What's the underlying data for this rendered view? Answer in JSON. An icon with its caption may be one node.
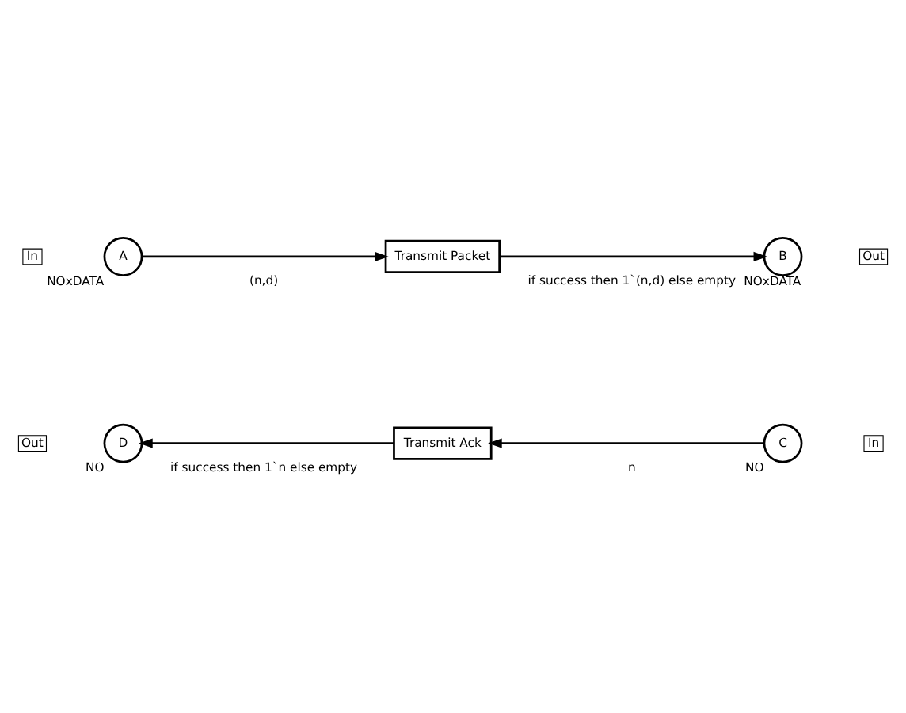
{
  "diagram": {
    "nodes": [
      {
        "text": [
          "In"
        ]
      },
      {
        "text": [
          "A"
        ],
        "beside": [
          "NOxDATA"
        ]
      },
      {
        "text": [
          "Transmit Packet"
        ]
      },
      {
        "text": [
          "B"
        ],
        "beside": [
          "NOxDATA"
        ]
      },
      {
        "text": [
          "Out"
        ]
      },
      {
        "text": [
          "Out"
        ]
      },
      {
        "text": [
          "D"
        ],
        "beside": [
          "NO"
        ]
      },
      {
        "text": [
          "Transmit Ack"
        ]
      },
      {
        "text": [
          "C"
        ],
        "beside": [
          "NO"
        ]
      },
      {
        "text": [
          "In"
        ]
      }
    ],
    "edges": [
      {
        "from": 1,
        "to": 2,
        "arrow": "to",
        "label": "(n,d)"
      },
      {
        "from": 2,
        "to": 3,
        "arrow": "to",
        "label": "if success then 1`(n,d) else empty"
      },
      {
        "from": 8,
        "to": 7,
        "arrow": "to",
        "label": "n"
      },
      {
        "from": 7,
        "to": 6,
        "arrow": "to",
        "label": "if success then 1`n else empty"
      }
    ]
  }
}
